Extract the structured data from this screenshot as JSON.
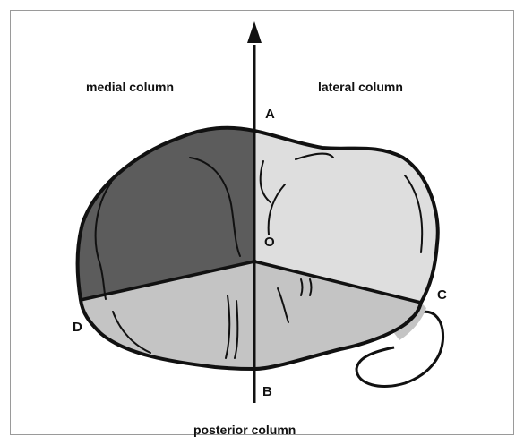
{
  "figure": {
    "column_labels": {
      "medial": "medial column",
      "lateral": "lateral column",
      "posterior": "posterior column"
    },
    "points": {
      "A": "A",
      "O": "O",
      "B": "B",
      "C": "C",
      "D": "D"
    },
    "colors": {
      "medial_fill": "#5c5c5c",
      "lateral_fill": "#dedede",
      "posterior_fill": "#c4c4c4",
      "outline": "#111111"
    }
  }
}
